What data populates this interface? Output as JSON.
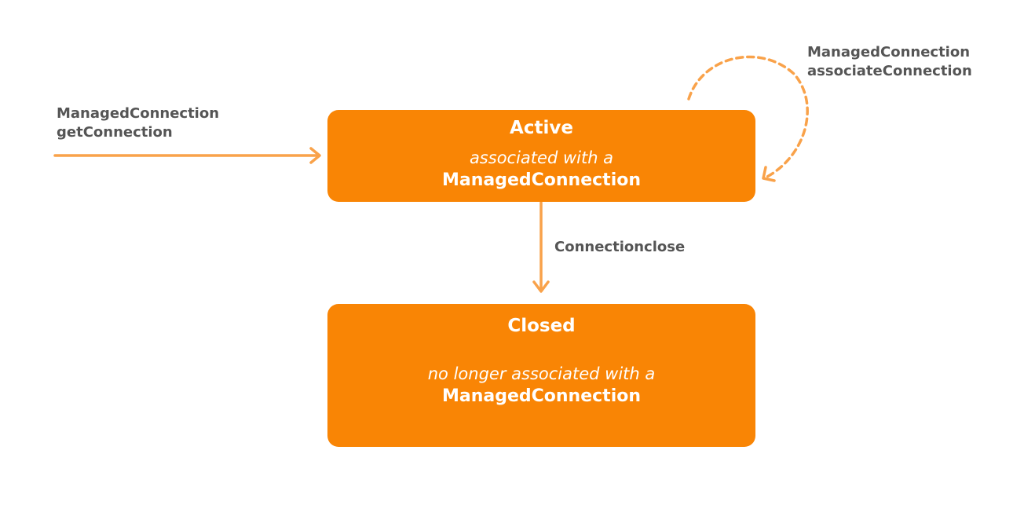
{
  "states": [
    {
      "title": "Active",
      "description": "associated with a",
      "name": "ManagedConnection"
    },
    {
      "title": "Closed",
      "description": "no longer associated with a",
      "name": "ManagedConnection"
    }
  ],
  "transitions": {
    "get_connection": {
      "line1": "ManagedConnection",
      "line2": "getConnection"
    },
    "associate_connection": {
      "line1": "ManagedConnection",
      "line2": "associateConnection"
    },
    "close": {
      "label": "Connectionclose"
    }
  },
  "colors": {
    "state_fill": "#f98505",
    "arrow": "#f9a24a",
    "label_text": "#555555",
    "state_text": "#ffffff"
  }
}
